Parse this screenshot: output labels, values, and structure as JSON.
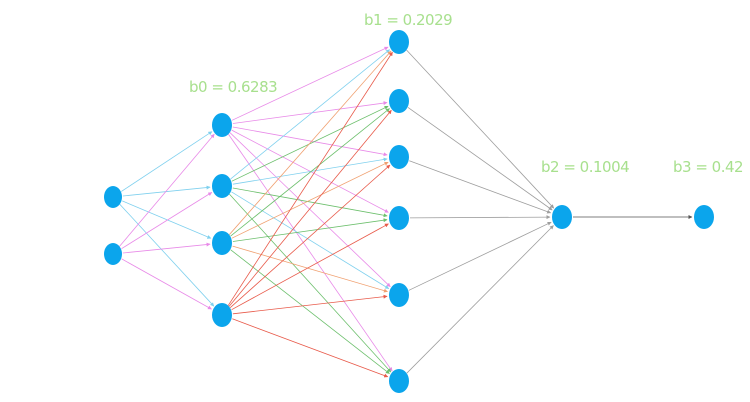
{
  "diagram": {
    "type": "neural-network",
    "layers": [
      {
        "id": "input",
        "neurons": 2
      },
      {
        "id": "hidden-0",
        "neurons": 4,
        "bias_label": "b0 = 0.6283"
      },
      {
        "id": "hidden-1",
        "neurons": 6,
        "bias_label": "b1 = 0.2029"
      },
      {
        "id": "hidden-2",
        "neurons": 1,
        "bias_label": "b2 = 0.1004"
      },
      {
        "id": "output",
        "neurons": 1,
        "bias_label": "b3 = 0.42"
      }
    ],
    "neuron_color": "#0ba5ec",
    "edge_colors": {
      "input_0": "#7fd0ee",
      "input_1": "#e88ae8",
      "hidden0_0": "#e88ae8",
      "hidden0_1": "#7fd0ee",
      "hidden0_2": "#f0a070",
      "hidden0_3": "#e85a4a",
      "hidden0_green": "#6cbf6c",
      "hidden1": "#9e9e9e",
      "hidden2": "#555555"
    },
    "bias_color": "#a8e08e"
  }
}
